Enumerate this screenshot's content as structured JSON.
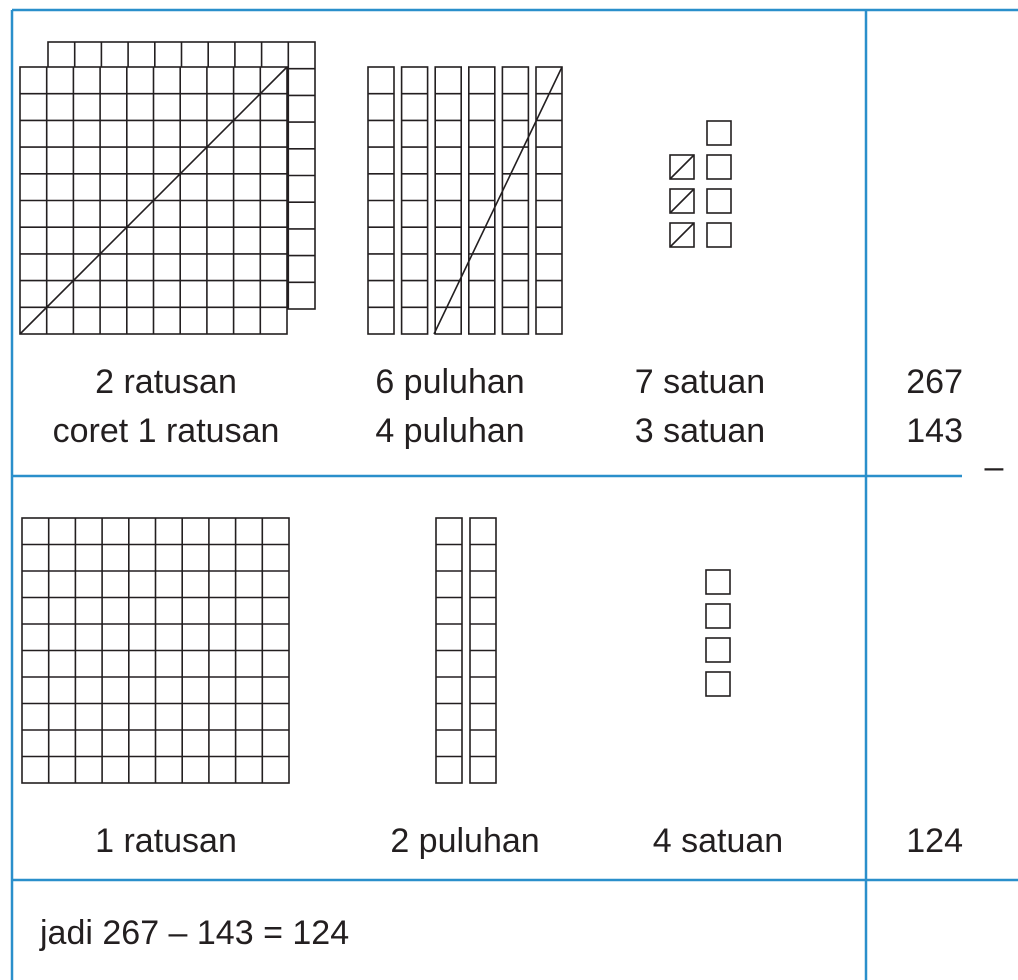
{
  "colors": {
    "border": "#2a8fcb",
    "ink": "#231f20",
    "background": "#ffffff"
  },
  "row1": {
    "hundreds": {
      "line1": "2 ratusan",
      "line2": "coret 1 ratusan",
      "count": 2,
      "crossed": 1
    },
    "tens": {
      "line1": "6 puluhan",
      "line2": "4 puluhan",
      "count": 6,
      "crossed": 4
    },
    "ones": {
      "line1": "7 satuan",
      "line2": "3 satuan",
      "count": 7,
      "crossed": 3
    },
    "minuend": "267",
    "subtrahend": "143",
    "operator": "–"
  },
  "row2": {
    "hundreds": {
      "label": "1 ratusan",
      "count": 1
    },
    "tens": {
      "label": "2 puluhan",
      "count": 2
    },
    "ones": {
      "label": "4 satuan",
      "count": 4
    },
    "result": "124"
  },
  "row3": {
    "conclusion": "jadi 267 – 143 = 124"
  }
}
